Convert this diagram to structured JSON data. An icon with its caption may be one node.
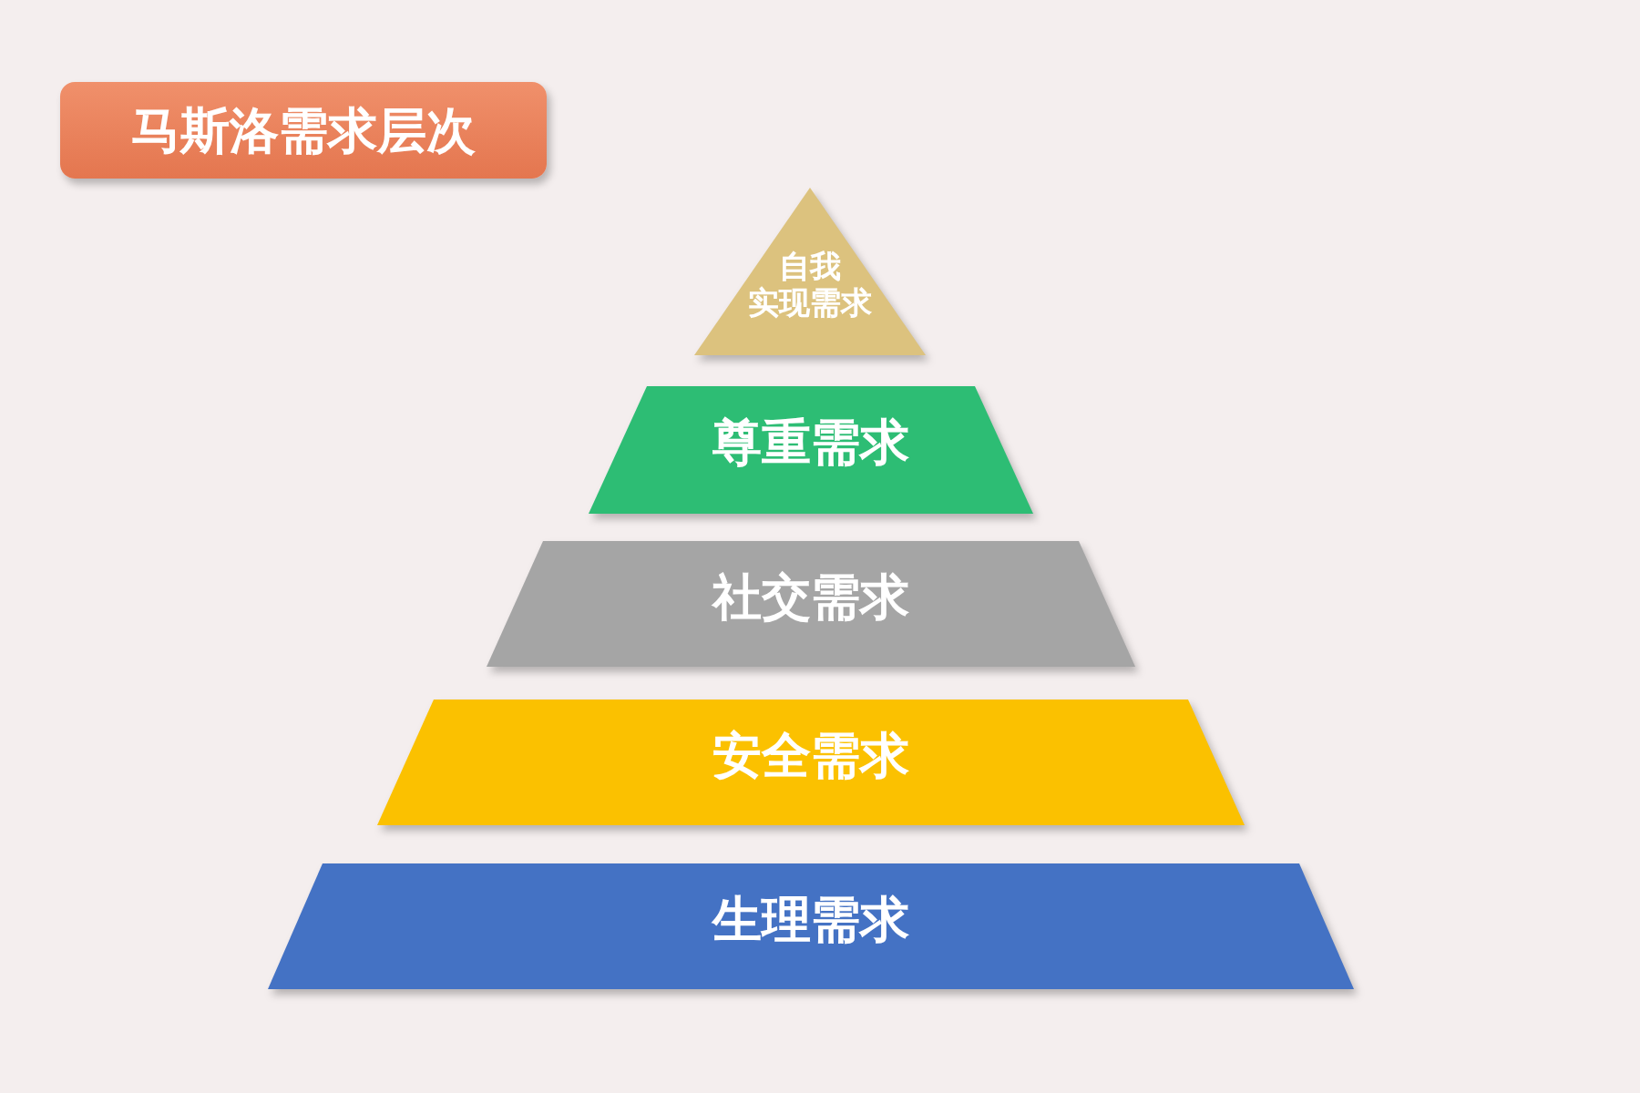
{
  "diagram": {
    "title": "马斯洛需求层次",
    "nodes": [
      {
        "text": [
          "自我实现需求"
        ]
      },
      {
        "text": [
          "尊重需求"
        ]
      },
      {
        "text": [
          "社交需求"
        ]
      },
      {
        "text": [
          "安全需求"
        ]
      },
      {
        "text": [
          "生理需求"
        ]
      }
    ]
  }
}
